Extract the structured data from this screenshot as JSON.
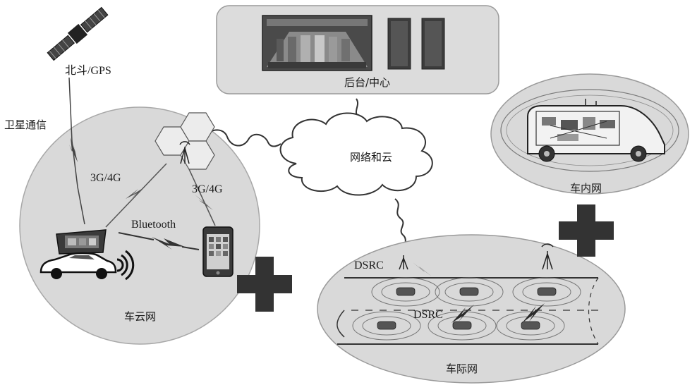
{
  "labels": {
    "beidou_gps": "北斗/GPS",
    "satellite_comm": "卫星通信",
    "backend_center": "后台/中心",
    "network_cloud": "网络和云",
    "cellular_left": "3G/4G",
    "cellular_right": "3G/4G",
    "bluetooth": "Bluetooth",
    "vehicle_cloud_net": "车云网",
    "in_vehicle_net": "车内网",
    "dsrc_tower": "DSRC",
    "dsrc_v2v": "DSRC",
    "vehicle_to_vehicle_net": "车际网"
  },
  "colors": {
    "panel_fill": "#d9d9d9",
    "panel_stroke": "#9a9a9a",
    "dark": "#2a2a2a",
    "plus_fill": "#333333",
    "background": "#ffffff"
  }
}
